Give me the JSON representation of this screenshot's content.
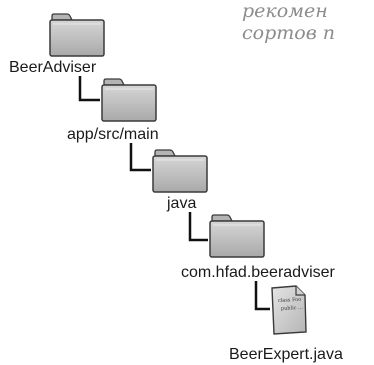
{
  "note": {
    "line1": "рекомен",
    "line2": "сортов п"
  },
  "tree": [
    {
      "label": "BeerAdviser",
      "icon": "folder-icon"
    },
    {
      "label": "app/src/main",
      "icon": "folder-icon"
    },
    {
      "label": "java",
      "icon": "folder-icon"
    },
    {
      "label": "com.hfad.beeradviser",
      "icon": "folder-icon"
    },
    {
      "label": "BeerExpert.java",
      "icon": "java-file-icon"
    }
  ],
  "file_icon_text": [
    "class Foo",
    "public ..."
  ],
  "colors": {
    "folder_fill": "#c4c4c4",
    "folder_stroke": "#3a3a3a",
    "connector": "#111111",
    "note_text": "#8c8c8c"
  }
}
